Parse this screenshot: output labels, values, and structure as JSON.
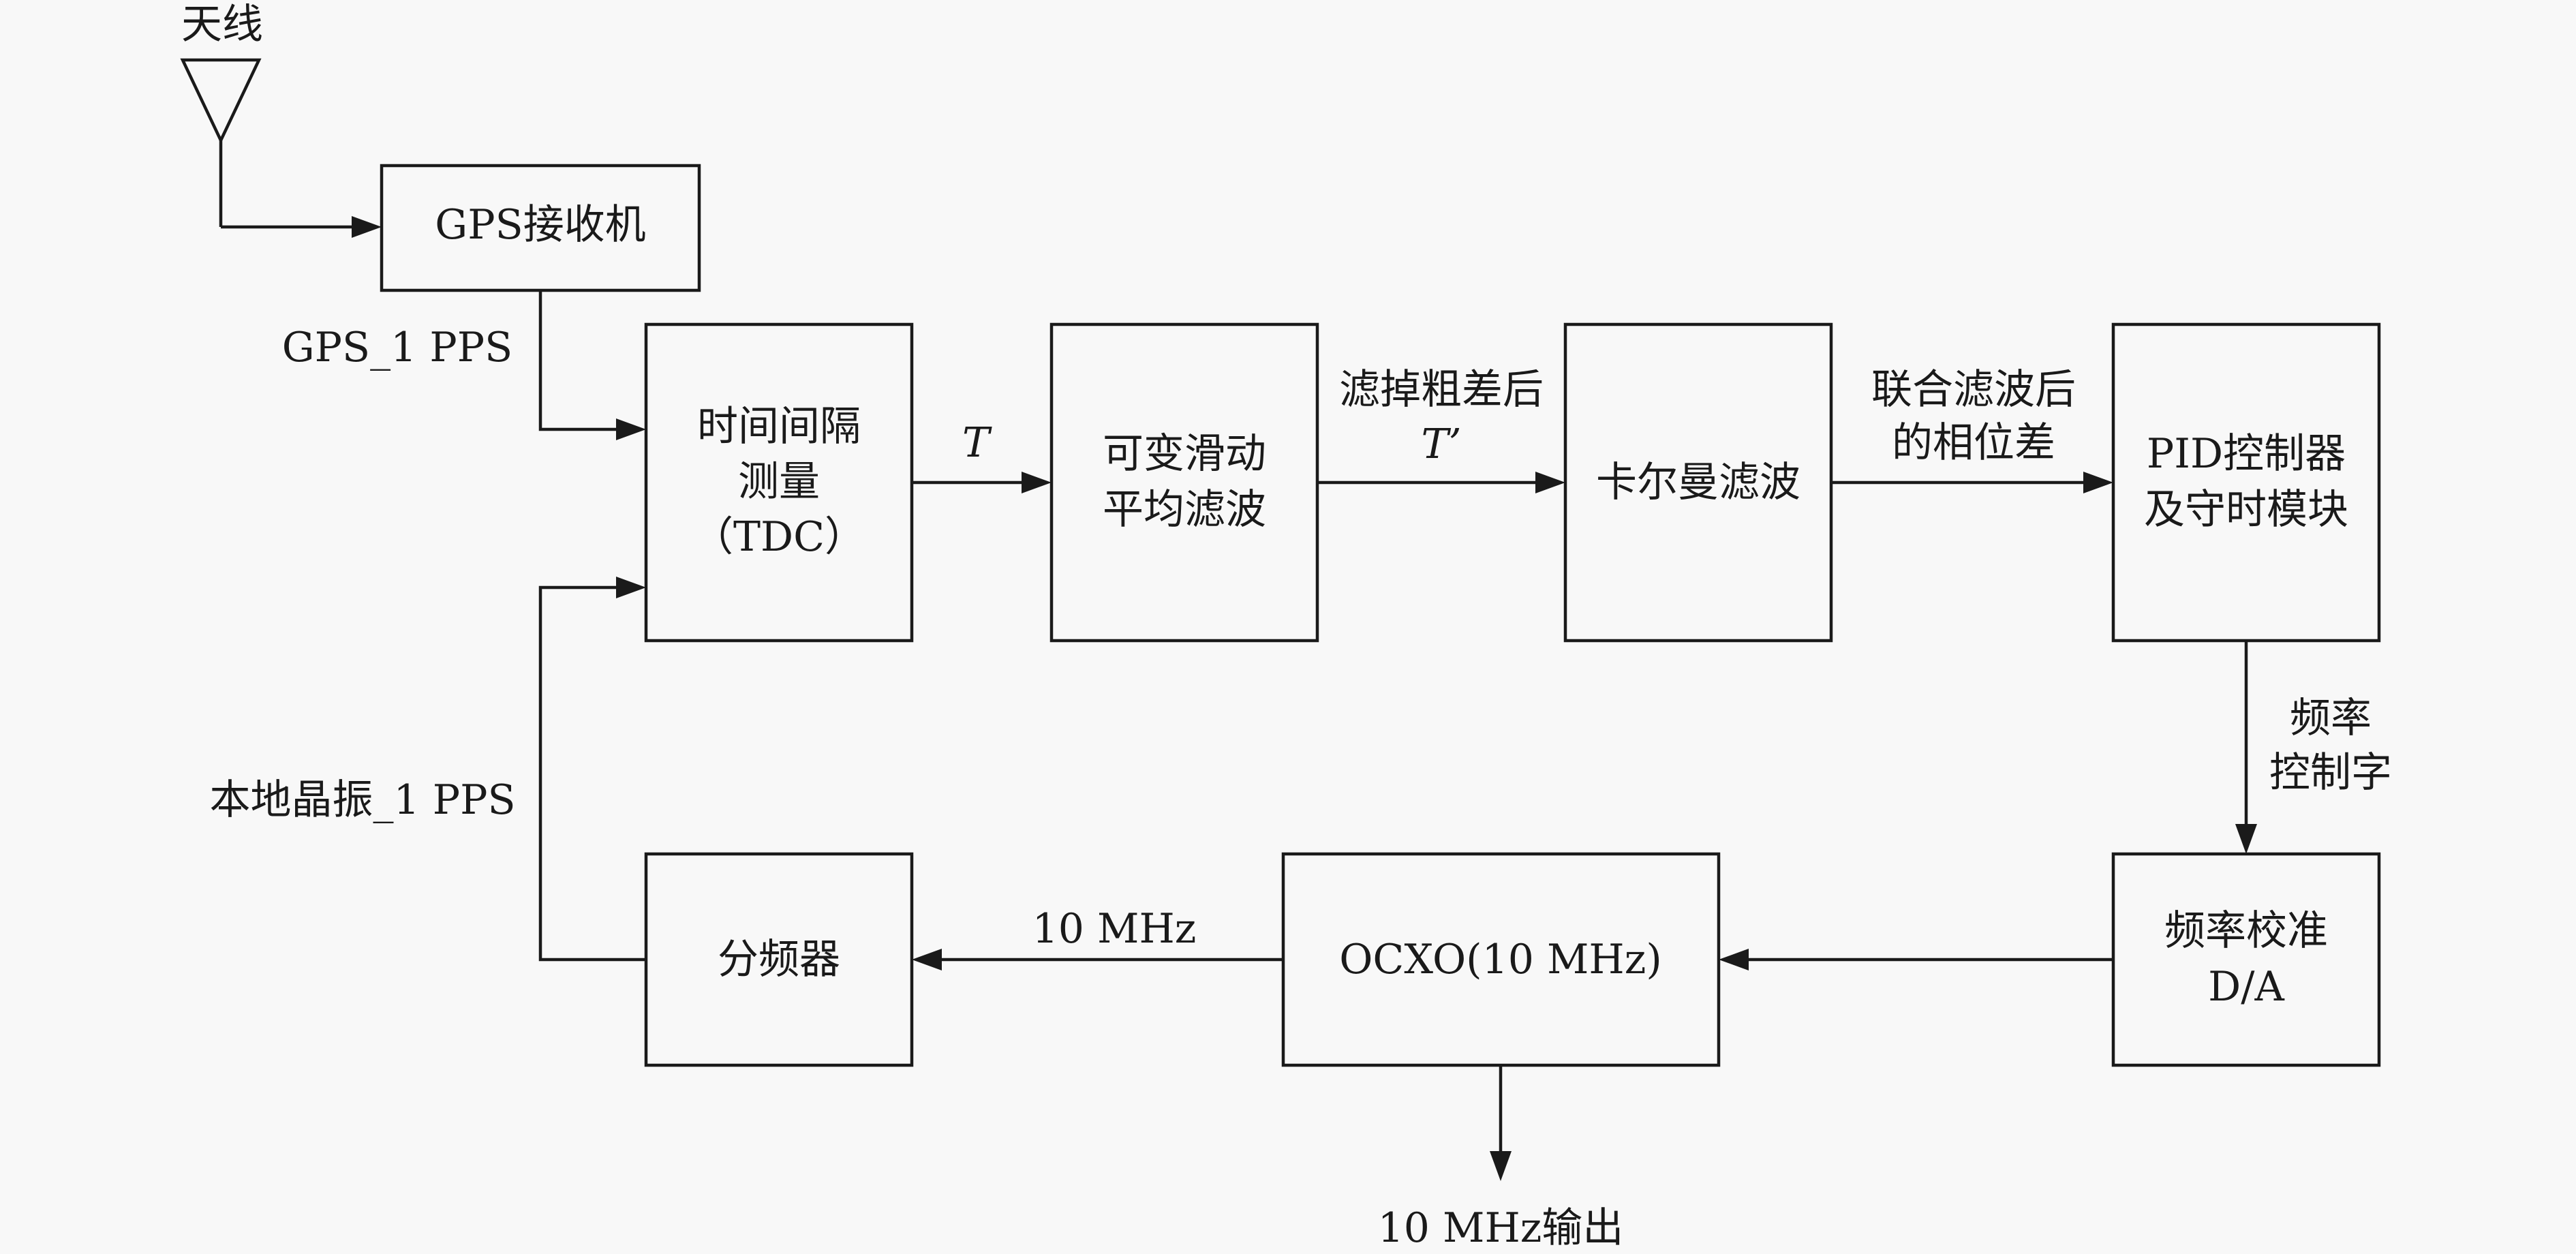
{
  "diagram": {
    "antenna_label": "天线",
    "gps_receiver": "GPS接收机",
    "gps_pps_label": "GPS_1 PPS",
    "tdc": [
      "时间间隔",
      "测量",
      "（TDC）"
    ],
    "t_label": "T",
    "moving_avg": [
      "可变滑动",
      "平均滤波"
    ],
    "filtered_label": [
      "滤掉粗差后",
      "T’"
    ],
    "kalman": "卡尔曼滤波",
    "phase_label": [
      "联合滤波后",
      "的相位差"
    ],
    "pid": [
      "PID控制器",
      "及守时模块"
    ],
    "freq_word_label": [
      "频率",
      "控制字"
    ],
    "local_pps_label": "本地晶振_1 PPS",
    "da": [
      "频率校准",
      "D/A"
    ],
    "ocxo": "OCXO(10 MHz)",
    "divider": "分频器",
    "mhz_label": "10 MHz",
    "output_label": "10 MHz输出"
  }
}
